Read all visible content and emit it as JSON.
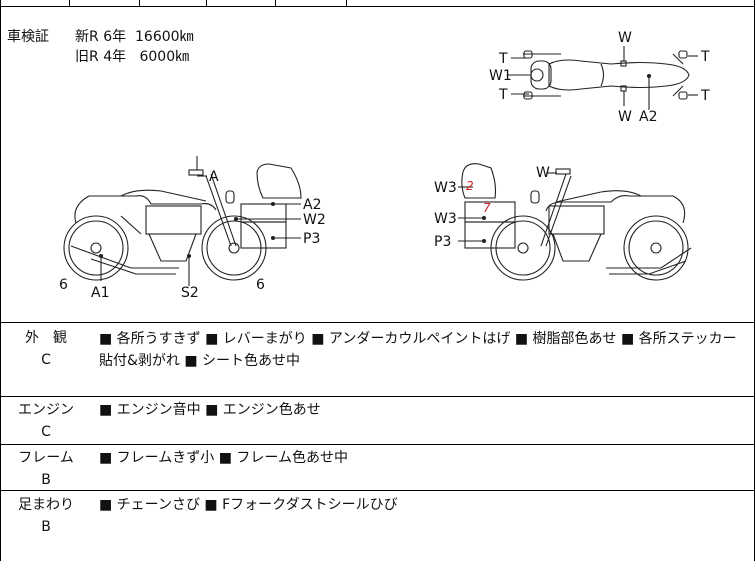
{
  "registration": {
    "label": "車検証",
    "lines": [
      {
        "type": "新R",
        "years": "6年",
        "price": "16600㎞"
      },
      {
        "type": "旧R",
        "years": "4年",
        "price": "6000㎞"
      }
    ]
  },
  "diagram_labels": {
    "top_view": [
      "T",
      "W1",
      "T",
      "W",
      "T",
      "T",
      "W",
      "A2"
    ],
    "left_side": [
      "A",
      "A2",
      "W2",
      "P3",
      "6",
      "A1",
      "S2",
      "6"
    ],
    "right_side": [
      "W",
      "W3",
      "W3",
      "P3"
    ],
    "red_marks": [
      "2",
      "7"
    ]
  },
  "sections": [
    {
      "name": "外　観",
      "grade": "C",
      "description": "■ 各所うすきず ■ レバーまがり ■ アンダーカウルペイントはげ ■ 樹脂部色あせ ■ 各所ステッカー貼付&剥がれ ■ シート色あせ中"
    },
    {
      "name": "エンジン",
      "grade": "C",
      "description": "■ エンジン音中 ■ エンジン色あせ"
    },
    {
      "name": "フレーム",
      "grade": "B",
      "description": "■ フレームきず小 ■ フレーム色あせ中"
    },
    {
      "name": "足まわり",
      "grade": "B",
      "description": "■ チェーンさび ■ Fフォークダストシールひび"
    }
  ]
}
